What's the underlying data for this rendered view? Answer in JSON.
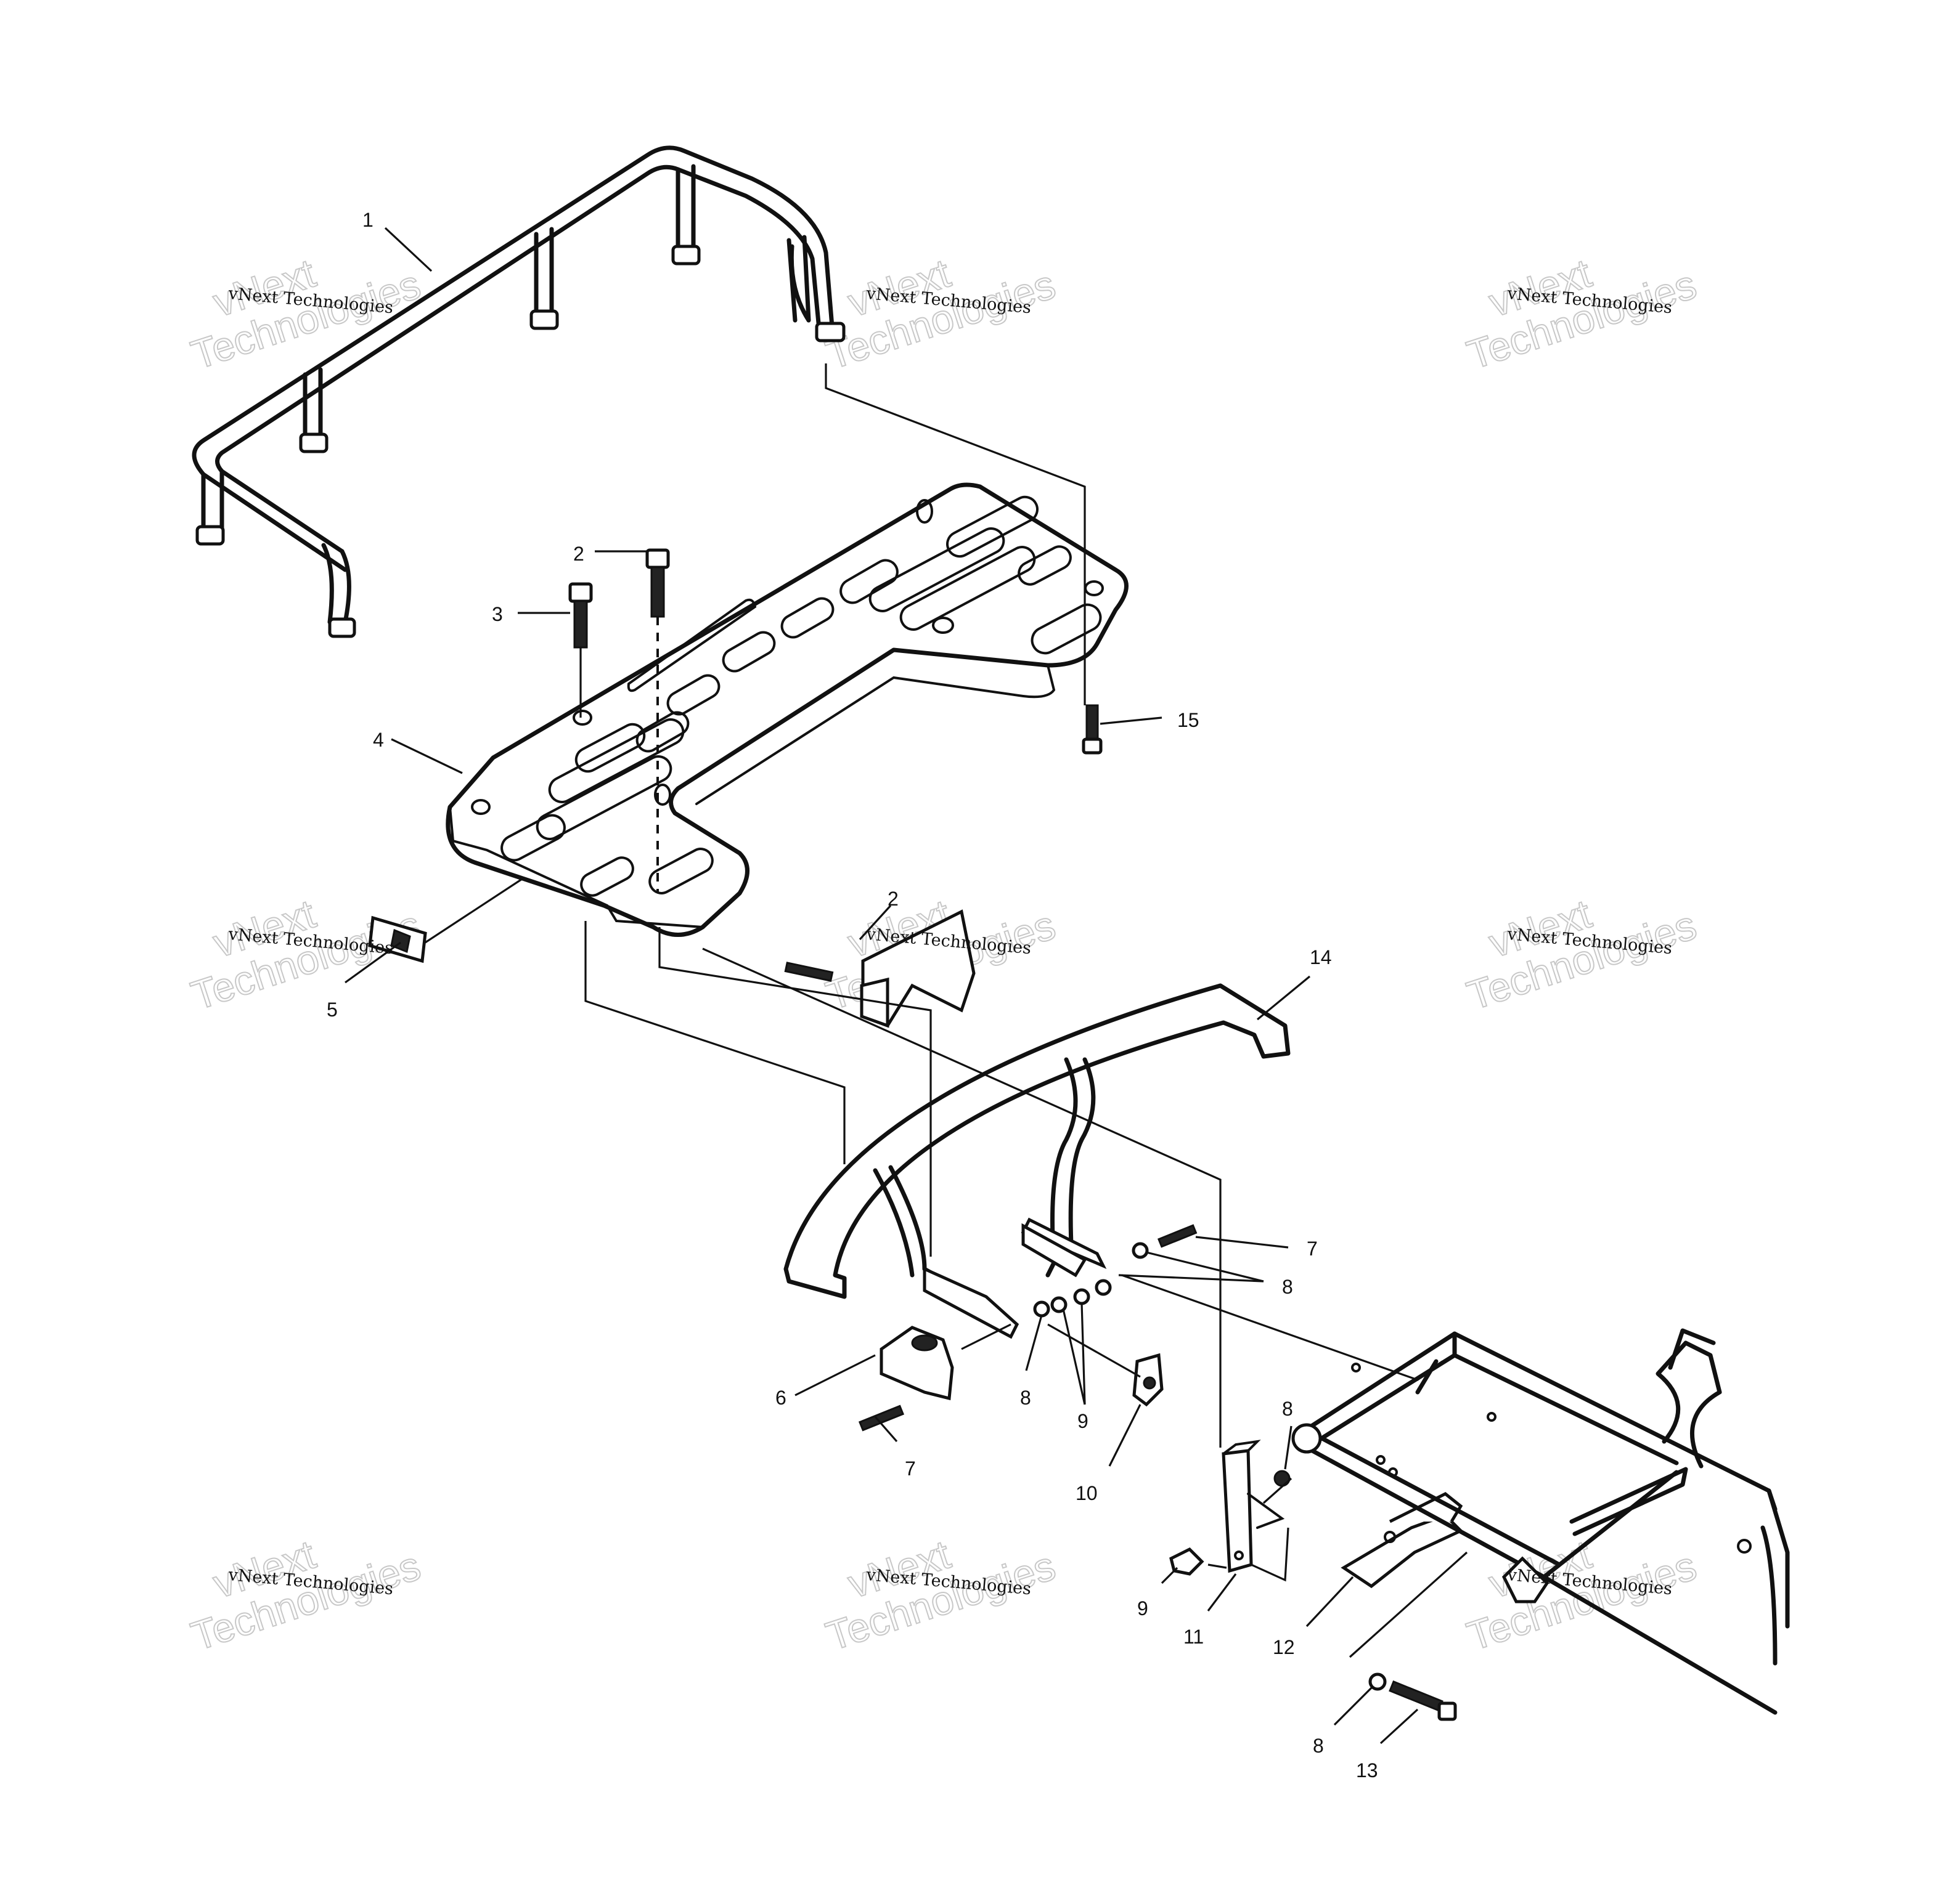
{
  "diagram": {
    "callouts": [
      "1",
      "2",
      "3",
      "4",
      "5",
      "2",
      "14",
      "15",
      "7",
      "8",
      "6",
      "8",
      "9",
      "7",
      "10",
      "8",
      "9",
      "11",
      "12",
      "8",
      "13"
    ],
    "watermark": {
      "small_text": "vNext Technologies",
      "big_line1": "vNext",
      "big_line2": "Technologies"
    }
  }
}
